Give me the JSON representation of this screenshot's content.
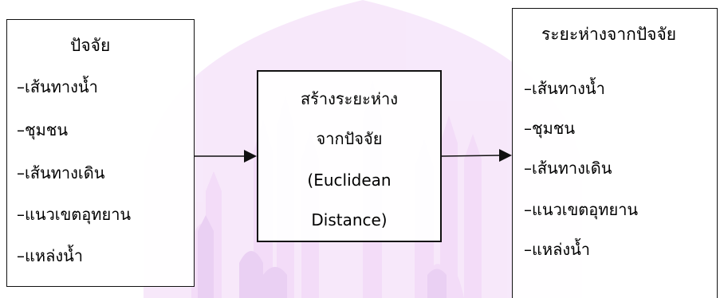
{
  "left_box": {
    "title": "ปัจจัย",
    "items": [
      "–เส้นทางน้ำ",
      "–ชุมชน",
      "–เส้นทางเดิน",
      "–แนวเขตอุทยาน",
      "–แหล่งน้ำ"
    ]
  },
  "process_box": {
    "lines": [
      "สร้างระยะห่าง",
      "จากปัจจัย",
      "(Euclidean",
      "Distance)"
    ]
  },
  "right_box": {
    "title": "ระยะห่างจากปัจจัย",
    "items": [
      "–เส้นทางน้ำ",
      "–ชุมชน",
      "–เส้นทางเดิน",
      "–แนวเขตอุทยาน",
      "–แหล่งน้ำ"
    ]
  },
  "colors": {
    "line": "#111111",
    "watermark": "#eac8f3"
  }
}
